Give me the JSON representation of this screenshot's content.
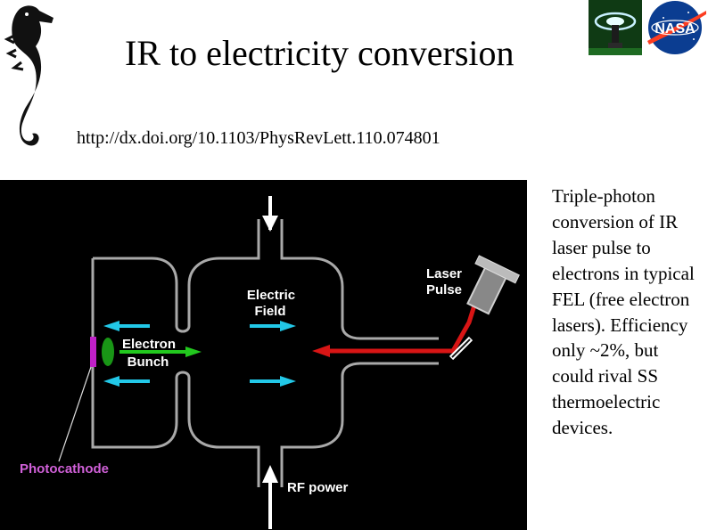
{
  "slide": {
    "title": "IR to electricity conversion",
    "url": "http://dx.doi.org/10.1103/PhysRevLett.110.074801",
    "description": "Triple-photon conversion of IR laser pulse to electrons in typical FEL (free electron lasers). Efficiency only ~2%, but could rival SS thermoelectric devices."
  },
  "diagram": {
    "labels": {
      "electric_field": [
        "Electric",
        "Field"
      ],
      "electron_bunch": [
        "Electron",
        "Bunch"
      ],
      "laser_pulse": [
        "Laser",
        "Pulse"
      ],
      "photocathode": "Photocathode",
      "rf_power": "RF power"
    },
    "colors": {
      "background": "#000000",
      "cavity_wall": "#a9a9a9",
      "field_arrow": "#22c8e8",
      "electron_beam": "#22c81e",
      "laser_beam": "#d81515",
      "photocathode": "#c020c8",
      "photocathode_label": "#d060d8"
    }
  },
  "logos": {
    "nasa_text": "NASA"
  }
}
